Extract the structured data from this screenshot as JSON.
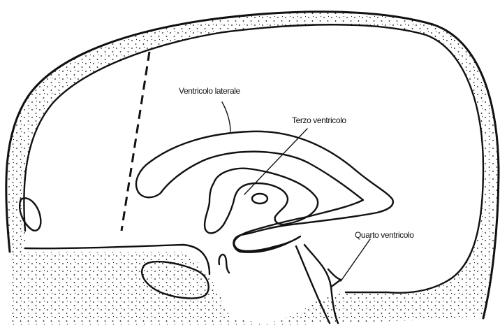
{
  "labels": {
    "lateral_ventricle": "Ventricolo laterale",
    "third_ventricle": "Terzo ventricolo",
    "fourth_ventricle": "Quarto ventricolo"
  },
  "colors": {
    "ink": "#111111",
    "background": "#ffffff"
  }
}
